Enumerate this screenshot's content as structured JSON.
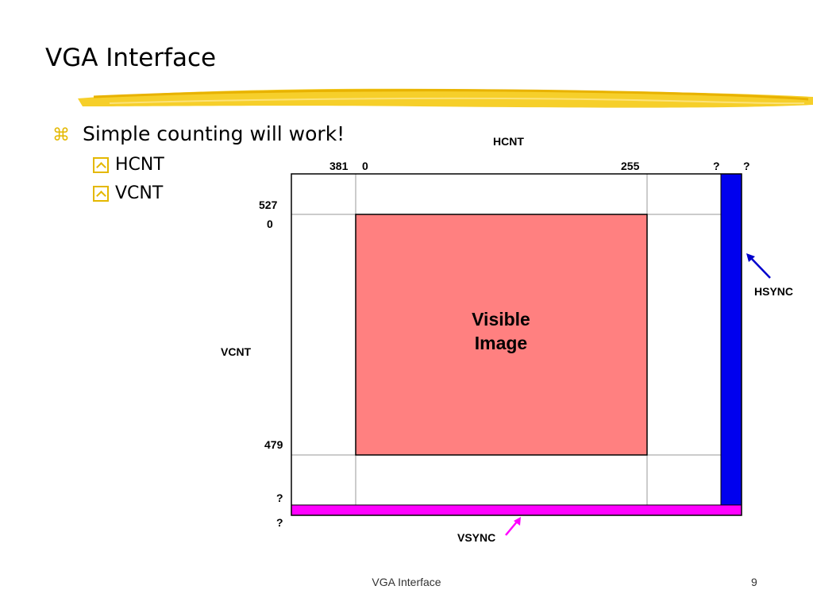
{
  "slide": {
    "title": "VGA Interface",
    "bullet": {
      "text": "Simple counting will work!",
      "marker_icon": "command-icon",
      "marker_glyph": "⌘",
      "subitems": [
        "HCNT",
        "VCNT"
      ],
      "subitem_icon": "checkbox-chevron-icon"
    },
    "footer": "VGA Interface",
    "page_number": "9"
  },
  "diagram": {
    "hcnt_label": "HCNT",
    "vcnt_label": "VCNT",
    "h_ticks": [
      "381",
      "0",
      "255",
      "?",
      "?"
    ],
    "v_ticks": [
      "527",
      "0",
      "479",
      "?",
      "?"
    ],
    "visible_label_line1": "Visible",
    "visible_label_line2": "Image",
    "hsync_label": "HSYNC",
    "vsync_label": "VSYNC",
    "colors": {
      "visible_fill": "#ff8080",
      "hsync": "#0000ee",
      "vsync": "#ff00ff",
      "accent": "#e4b800",
      "underline": "#f5c400"
    }
  }
}
